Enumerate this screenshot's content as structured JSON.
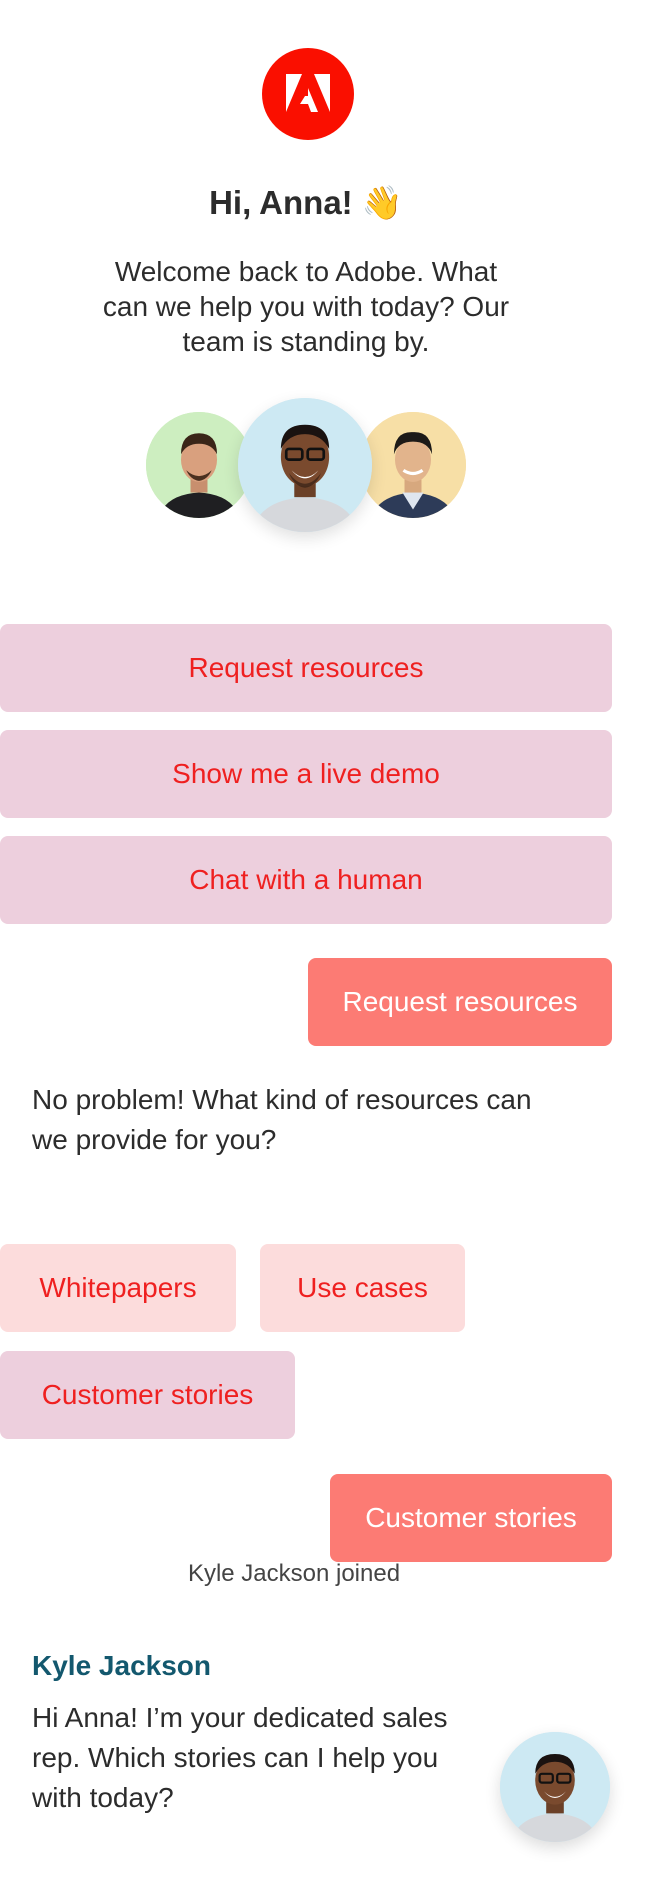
{
  "brand": {
    "name": "Adobe",
    "accent": "#fa0f00",
    "icon": "adobe-logo-icon"
  },
  "greeting": {
    "text": "Hi, Anna!",
    "emoji": "👋"
  },
  "welcome": "Welcome back to Adobe. What can we help you with today? Our team is standing by.",
  "team_avatars": [
    "avatar-left",
    "avatar-center",
    "avatar-right"
  ],
  "options": [
    {
      "label": "Request resources"
    },
    {
      "label": "Show me a live demo"
    },
    {
      "label": "Chat with a human"
    }
  ],
  "conversation": {
    "user_reply_1": "Request resources",
    "bot_reply_1": "No problem! What kind of resources can we provide for you?",
    "resource_chips": [
      {
        "label": "Whitepapers"
      },
      {
        "label": "Use cases"
      },
      {
        "label": "Customer stories"
      }
    ],
    "user_reply_2": "Customer stories",
    "system_notice": "Kyle Jackson joined",
    "rep": {
      "name": "Kyle Jackson",
      "message": "Hi Anna! I’m your dedicated sales rep. Which stories can I help you with today?"
    }
  },
  "colors": {
    "option_bg": "#edcfdd",
    "option_text": "#ef2020",
    "user_bubble": "#fc7b74",
    "chip_bg": "#fcdcdc",
    "rep_name": "#13586e"
  }
}
